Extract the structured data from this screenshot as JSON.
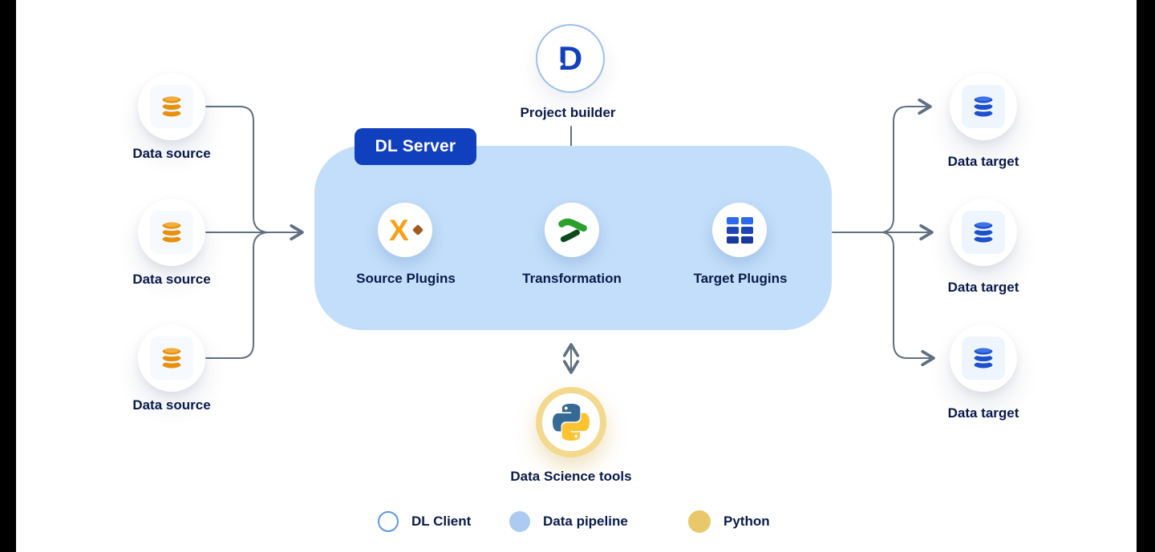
{
  "colors": {
    "edge_bars": "#000000",
    "background": "#FFFFFF",
    "pipeline_container": "#C3DEFA",
    "badge_blue": "#1140BF",
    "badge_text": "#FFFFFF",
    "connector_gray": "#5F7082",
    "label_text_navy": "#0A1A4A",
    "source_db_orange": "#E8900C",
    "target_db_blue": "#1B51CC",
    "x_icon_orange": "#F7A11B",
    "x_icon_diamond_brown": "#A35A20",
    "transform_green": "#2AA02D",
    "transform_dark_green": "#0D4A1B",
    "grid_blue_top": "#2C69ED",
    "grid_blue_mid": "#1E45B5",
    "grid_blue_bottom": "#19399F",
    "python_ring_gold": "#F3D98E",
    "python_logo_blue": "#366994",
    "python_logo_yellow": "#FFC331",
    "project_builder_ring": "#9CC0EE",
    "legend_outline_blue": "#5D97E8",
    "legend_pipeline_fill": "#ABCBF1",
    "legend_python_fill": "#E9C76B"
  },
  "icons": {
    "project_builder": "d-logo-icon",
    "data_source": "database-icon-orange",
    "data_target": "database-icon-blue",
    "source_plugins": "x-diamond-icon",
    "transformation": "green-chevron-icon",
    "target_plugins": "grid-icon",
    "data_science": "python-icon"
  },
  "project_builder": {
    "label": "Project builder",
    "logo_letter": "D"
  },
  "server": {
    "badge_label": "DL Server",
    "plugins": [
      {
        "label": "Source Plugins",
        "icon_letter": "X"
      },
      {
        "label": "Transformation"
      },
      {
        "label": "Target Plugins"
      }
    ]
  },
  "data_sources": [
    {
      "label": "Data source"
    },
    {
      "label": "Data source"
    },
    {
      "label": "Data source"
    }
  ],
  "data_targets": [
    {
      "label": "Data target"
    },
    {
      "label": "Data target"
    },
    {
      "label": "Data target"
    }
  ],
  "data_science": {
    "label": "Data Science tools"
  },
  "legend": [
    {
      "label": "DL Client"
    },
    {
      "label": "Data pipeline"
    },
    {
      "label": "Python"
    }
  ]
}
